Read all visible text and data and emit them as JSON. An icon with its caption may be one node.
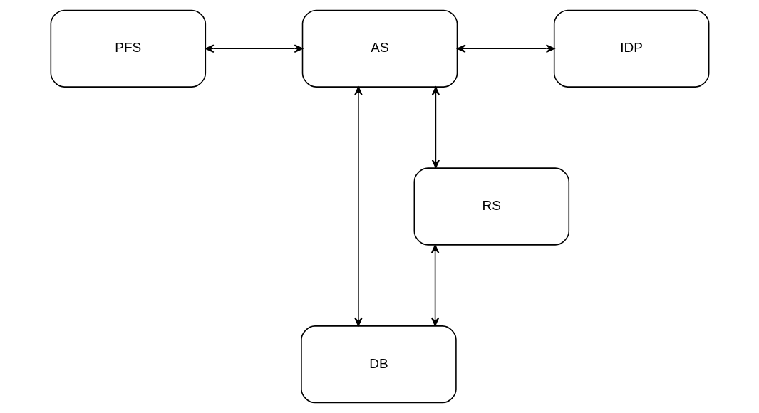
{
  "diagram": {
    "nodes": [
      {
        "text": [
          "DB"
        ]
      },
      {
        "text": [
          "PFS"
        ]
      },
      {
        "text": [
          "AS"
        ]
      },
      {
        "text": [
          "IDP"
        ]
      },
      {
        "text": [
          "RS"
        ]
      }
    ],
    "edges": [
      {
        "from": 2,
        "to": 0,
        "arrow": "both"
      },
      {
        "from": 1,
        "to": 2,
        "arrow": "both"
      },
      {
        "from": 2,
        "to": 3,
        "arrow": "both"
      },
      {
        "from": 2,
        "to": 4,
        "arrow": "both"
      },
      {
        "from": 4,
        "to": 0,
        "arrow": "both"
      }
    ]
  }
}
